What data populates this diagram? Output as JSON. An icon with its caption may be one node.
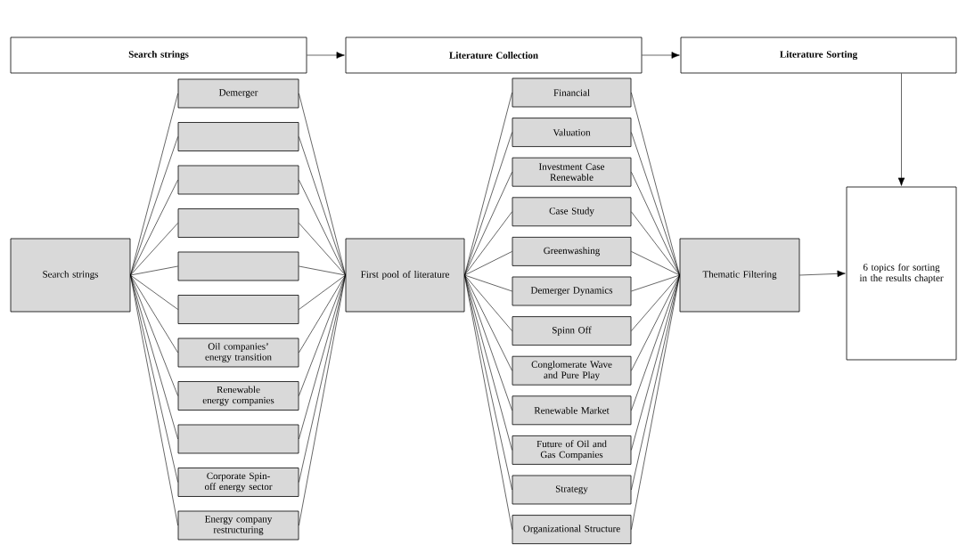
{
  "diagram": {
    "nodes": [
      {
        "text": [
          "Search strings"
        ]
      },
      {
        "text": [
          "Literature Collection"
        ]
      },
      {
        "text": [
          "Literature Sorting"
        ]
      },
      {
        "text": [
          "Search strings"
        ]
      },
      {
        "text": [
          "Demerger"
        ]
      },
      {
        "text": [],
        "shape": "box"
      },
      {
        "text": [],
        "shape": "box"
      },
      {
        "text": [],
        "shape": "box"
      },
      {
        "text": [],
        "shape": "box"
      },
      {
        "text": [],
        "shape": "box"
      },
      {
        "text": [
          "Oil companies’ energy transition"
        ]
      },
      {
        "text": [
          "Renewable energy companies"
        ]
      },
      {
        "text": [],
        "shape": "box"
      },
      {
        "text": [
          "Corporate Spin-off energy sector"
        ]
      },
      {
        "text": [
          "Energy company restructuring"
        ]
      },
      {
        "text": [
          "First pool of literature"
        ]
      },
      {
        "text": [
          "Financial"
        ]
      },
      {
        "text": [
          "Valuation"
        ]
      },
      {
        "text": [
          "Investment Case Renewable"
        ]
      },
      {
        "text": [
          "Case Study"
        ]
      },
      {
        "text": [
          "Greenwashing"
        ]
      },
      {
        "text": [
          "Demerger Dynamics"
        ]
      },
      {
        "text": [
          "Spinn Off"
        ]
      },
      {
        "text": [
          "Conglomerate Wave and Pure Play"
        ]
      },
      {
        "text": [
          "Renewable Market"
        ]
      },
      {
        "text": [
          "Future of Oil and Gas Companies"
        ]
      },
      {
        "text": [
          "Strategy"
        ]
      },
      {
        "text": [
          "Organizational Structure"
        ]
      },
      {
        "text": [
          "Thematic Filtering"
        ]
      },
      {
        "text": [
          "6 topics for sorting in the results chapter"
        ]
      }
    ],
    "edges": [
      {
        "from": 0,
        "to": 1,
        "arrow": "to"
      },
      {
        "from": 1,
        "to": 2,
        "arrow": "to"
      },
      {
        "from": 2,
        "to": 29,
        "arrow": "to"
      },
      {
        "from": 3,
        "to": 4,
        "arrow": "none"
      },
      {
        "from": 3,
        "to": 5,
        "arrow": "none"
      },
      {
        "from": 3,
        "to": 6,
        "arrow": "none"
      },
      {
        "from": 3,
        "to": 7,
        "arrow": "none"
      },
      {
        "from": 3,
        "to": 8,
        "arrow": "none"
      },
      {
        "from": 3,
        "to": 9,
        "arrow": "none"
      },
      {
        "from": 3,
        "to": 10,
        "arrow": "none"
      },
      {
        "from": 3,
        "to": 11,
        "arrow": "none"
      },
      {
        "from": 3,
        "to": 12,
        "arrow": "none"
      },
      {
        "from": 3,
        "to": 13,
        "arrow": "none"
      },
      {
        "from": 3,
        "to": 14,
        "arrow": "none"
      },
      {
        "from": 4,
        "to": 15,
        "arrow": "none"
      },
      {
        "from": 5,
        "to": 15,
        "arrow": "none"
      },
      {
        "from": 6,
        "to": 15,
        "arrow": "none"
      },
      {
        "from": 7,
        "to": 15,
        "arrow": "none"
      },
      {
        "from": 8,
        "to": 15,
        "arrow": "none"
      },
      {
        "from": 9,
        "to": 15,
        "arrow": "none"
      },
      {
        "from": 10,
        "to": 15,
        "arrow": "none"
      },
      {
        "from": 11,
        "to": 15,
        "arrow": "none"
      },
      {
        "from": 12,
        "to": 15,
        "arrow": "none"
      },
      {
        "from": 13,
        "to": 15,
        "arrow": "none"
      },
      {
        "from": 14,
        "to": 15,
        "arrow": "none"
      },
      {
        "from": 15,
        "to": 16,
        "arrow": "none"
      },
      {
        "from": 15,
        "to": 17,
        "arrow": "none"
      },
      {
        "from": 15,
        "to": 18,
        "arrow": "none"
      },
      {
        "from": 15,
        "to": 19,
        "arrow": "none"
      },
      {
        "from": 15,
        "to": 20,
        "arrow": "none"
      },
      {
        "from": 15,
        "to": 21,
        "arrow": "none"
      },
      {
        "from": 15,
        "to": 22,
        "arrow": "none"
      },
      {
        "from": 15,
        "to": 23,
        "arrow": "none"
      },
      {
        "from": 15,
        "to": 24,
        "arrow": "none"
      },
      {
        "from": 15,
        "to": 25,
        "arrow": "none"
      },
      {
        "from": 15,
        "to": 26,
        "arrow": "none"
      },
      {
        "from": 15,
        "to": 27,
        "arrow": "none"
      },
      {
        "from": 16,
        "to": 28,
        "arrow": "none"
      },
      {
        "from": 17,
        "to": 28,
        "arrow": "none"
      },
      {
        "from": 18,
        "to": 28,
        "arrow": "none"
      },
      {
        "from": 19,
        "to": 28,
        "arrow": "none"
      },
      {
        "from": 20,
        "to": 28,
        "arrow": "none"
      },
      {
        "from": 21,
        "to": 28,
        "arrow": "none"
      },
      {
        "from": 22,
        "to": 28,
        "arrow": "none"
      },
      {
        "from": 23,
        "to": 28,
        "arrow": "none"
      },
      {
        "from": 24,
        "to": 28,
        "arrow": "none"
      },
      {
        "from": 25,
        "to": 28,
        "arrow": "none"
      },
      {
        "from": 26,
        "to": 28,
        "arrow": "none"
      },
      {
        "from": 27,
        "to": 28,
        "arrow": "none"
      },
      {
        "from": 28,
        "to": 29,
        "arrow": "to"
      }
    ]
  }
}
